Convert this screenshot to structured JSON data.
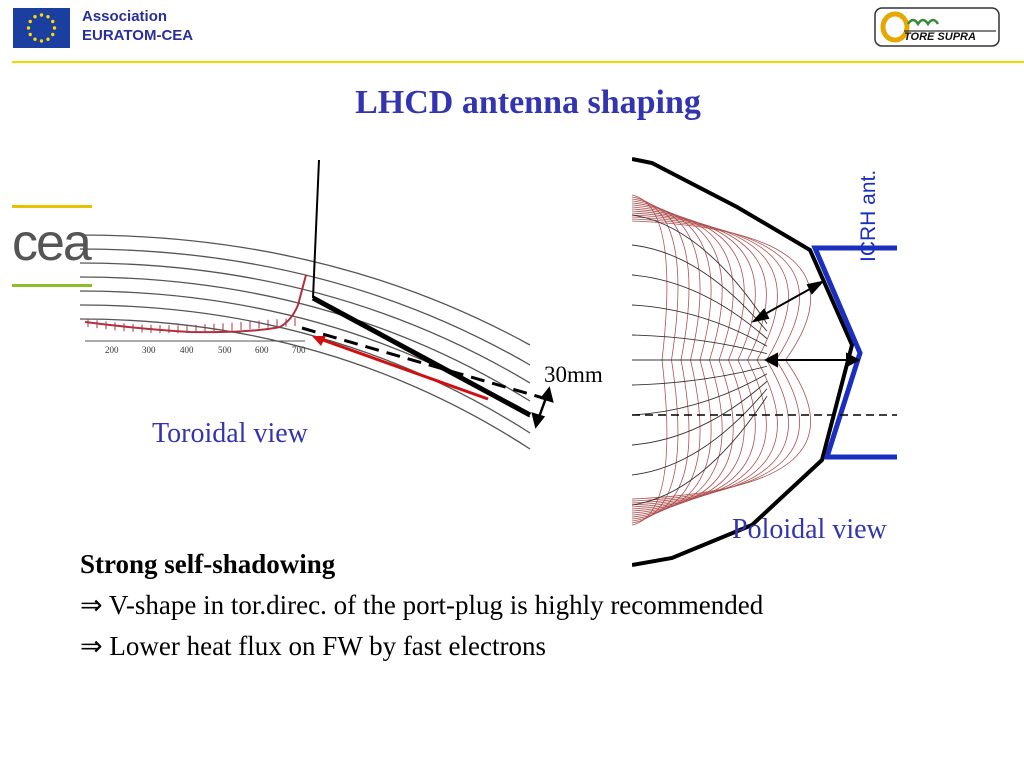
{
  "header": {
    "association_line1": "Association",
    "association_line2": "EURATOM-CEA",
    "tore_supra_logo_text": "TORE SUPRA"
  },
  "cea_logo_text": "cea",
  "title": "LHCD antenna shaping",
  "toroidal": {
    "label": "Toroidal view",
    "axis_ticks": [
      "200",
      "300",
      "400",
      "500",
      "600",
      "700"
    ]
  },
  "poloidal": {
    "label": "Poloidal view",
    "antenna_label": "ICRH ant."
  },
  "dimension_label": "30mm",
  "bullets": {
    "heading": "Strong self-shadowing",
    "arrow_symbol": "⇒",
    "items": [
      "V-shape in tor.direc. of the port-plug is highly recommended",
      "Lower heat flux on FW by fast electrons"
    ]
  },
  "colors": {
    "title_blue": "#3335b0",
    "header_blue": "#2a2f9a",
    "rule_yellow": "#f2d800",
    "eu_blue": "#1b3fa0",
    "eu_star": "#ffd700",
    "antenna_blue": "#1a2fc0",
    "flux_red": "#b03030",
    "cea_yellow": "#e6c200",
    "cea_green": "#8cbf26"
  }
}
